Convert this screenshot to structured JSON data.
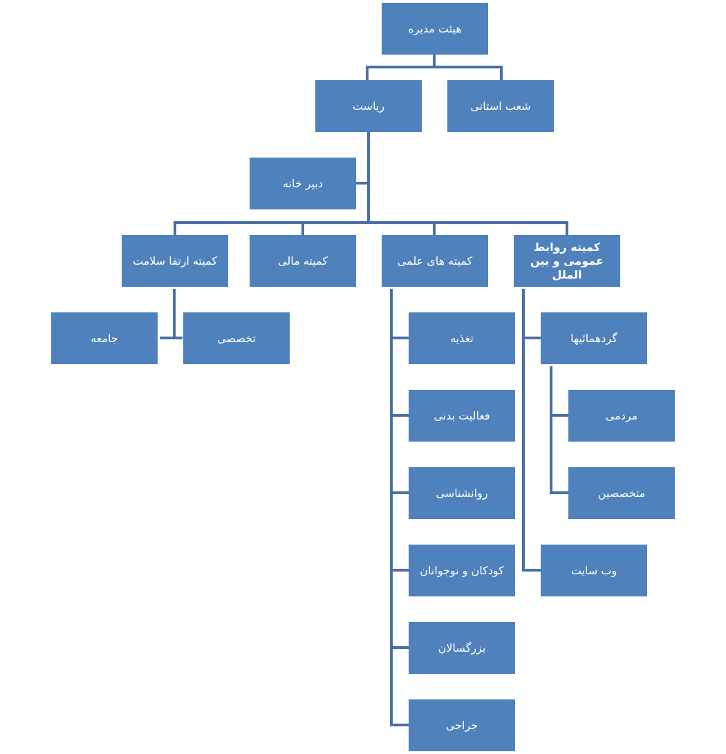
{
  "colors": {
    "node_fill": "#4f81bd",
    "node_text": "#ffffff",
    "connector": "#4a6fa5"
  },
  "nodes": {
    "board": "هیئت مدیره",
    "presidency": "ریاست",
    "provincial_branches": "شعب استانی",
    "secretariat": "دبیر خانه",
    "health_promotion_committee": "کمیته ارتقا سلامت",
    "finance_committee": "کمیته مالی",
    "scientific_committees": "کمیته های علمی",
    "public_relations_committee": "کمیته روابط عمومی و بین الملل",
    "community": "جامعه",
    "specialized": "تخصصی",
    "nutrition": "تغذیه",
    "physical_activity": "فعالیت بدنی",
    "psychology": "روانشناسی",
    "children_adolescents": "کودکان و نوجوانان",
    "adults": "بزرگسالان",
    "surgery": "جراحی",
    "gatherings": "گردهمائیها",
    "public": "مردمی",
    "specialists": "متخصصین",
    "website": "وب سایت"
  }
}
